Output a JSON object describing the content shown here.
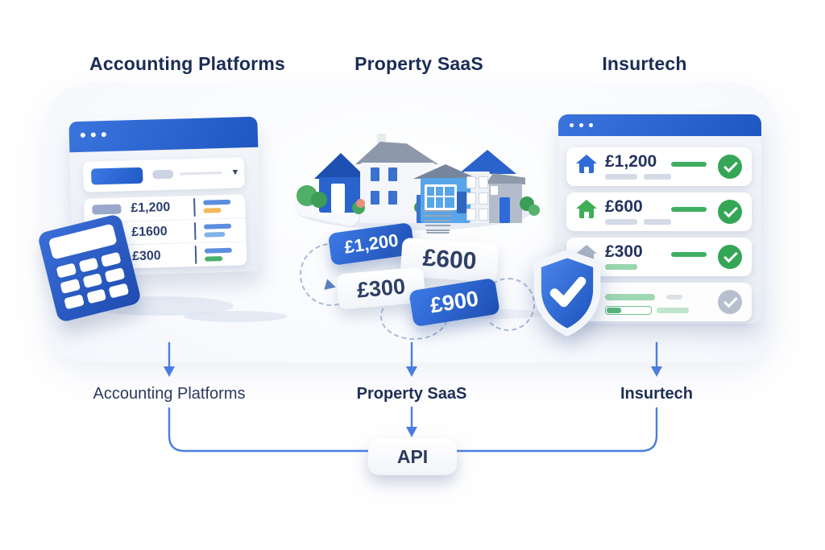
{
  "colors": {
    "accent_blue": "#2b67d6",
    "navy_text": "#1b2c55",
    "success_green": "#35a656",
    "connector_blue": "#4a7de0",
    "panel_bg": "#e9edf7"
  },
  "titles": {
    "left": "Accounting Platforms",
    "middle": "Property SaaS",
    "right": "Insurtech"
  },
  "accounting_window": {
    "rows": [
      {
        "amount": "£1,200"
      },
      {
        "amount": "£1600"
      },
      {
        "amount": "£300"
      }
    ]
  },
  "property_tags": [
    {
      "label": "£1,200",
      "style": "blue"
    },
    {
      "label": "£600",
      "style": "white"
    },
    {
      "label": "£300",
      "style": "white"
    },
    {
      "label": "£900",
      "style": "blue"
    }
  ],
  "insurtech_window": {
    "rows": [
      {
        "amount": "£1,200"
      },
      {
        "amount": "£600"
      },
      {
        "amount": "£300"
      }
    ]
  },
  "flow": {
    "labels": {
      "left": "Accounting Platforms",
      "middle": "Property SaaS",
      "right": "Insurtech"
    },
    "api": "API"
  },
  "icons": {
    "dropdown_caret": "▾"
  }
}
